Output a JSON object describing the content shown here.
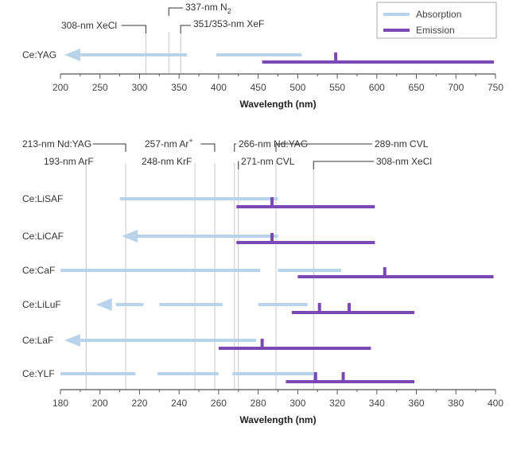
{
  "colors": {
    "absorption": "#b9d4ea",
    "emission": "#7a49b3",
    "axis": "#555555",
    "guide": "#c8c8c8",
    "leader": "#333333"
  },
  "legend": [
    {
      "key": "absorption",
      "label": "Absorption"
    },
    {
      "key": "emission",
      "label": "Emission"
    }
  ],
  "chart_data": [
    {
      "type": "range",
      "xlabel": "Wavelength (nm)",
      "xlim": [
        200,
        750
      ],
      "xticks": [
        200,
        250,
        300,
        350,
        400,
        450,
        500,
        550,
        600,
        650,
        700,
        750
      ],
      "rows": [
        {
          "label": "Ce:YAG",
          "absorption": [
            {
              "from": 205,
              "to": 360,
              "arrow": true
            },
            {
              "from": 397,
              "to": 505
            }
          ],
          "emission": {
            "from": 455,
            "to": 748
          },
          "peaks": [
            548
          ]
        }
      ],
      "lasers": [
        {
          "label": "308-nm XeCl",
          "wavelength": 308
        },
        {
          "label": "337-nm N",
          "sub": "2",
          "wavelength": 337
        },
        {
          "label": "351/353-nm XeF",
          "wavelength": 352
        }
      ]
    },
    {
      "type": "range",
      "xlabel": "Wavelength (nm)",
      "xlim": [
        180,
        400
      ],
      "xticks": [
        180,
        200,
        220,
        240,
        260,
        280,
        300,
        320,
        340,
        360,
        380,
        400
      ],
      "rows": [
        {
          "label": "Ce:LiSAF",
          "absorption": [
            {
              "from": 210,
              "to": 290
            }
          ],
          "emission": {
            "from": 269,
            "to": 339
          },
          "peaks": [
            287
          ]
        },
        {
          "label": "Ce:LiCAF",
          "absorption": [
            {
              "from": 211,
              "to": 290,
              "arrow": true
            }
          ],
          "emission": {
            "from": 269,
            "to": 339
          },
          "peaks": [
            287
          ]
        },
        {
          "label": "Ce:CaF",
          "absorption": [
            {
              "from": 180,
              "to": 281
            },
            {
              "from": 290,
              "to": 322
            }
          ],
          "emission": {
            "from": 300,
            "to": 399
          },
          "peaks": [
            344
          ]
        },
        {
          "label": "Ce:LiLuF",
          "absorption": [
            {
              "from": 198,
              "to": 201,
              "arrow": true
            },
            {
              "from": 208,
              "to": 222
            },
            {
              "from": 230,
              "to": 262
            },
            {
              "from": 280,
              "to": 305
            }
          ],
          "emission": {
            "from": 297,
            "to": 359
          },
          "peaks": [
            311,
            326
          ]
        },
        {
          "label": "Ce:LaF",
          "absorption": [
            {
              "from": 182,
              "to": 279,
              "arrow": true
            }
          ],
          "emission": {
            "from": 260,
            "to": 337
          },
          "peaks": [
            282
          ]
        },
        {
          "label": "Ce:YLF",
          "absorption": [
            {
              "from": 180,
              "to": 218
            },
            {
              "from": 229,
              "to": 260
            },
            {
              "from": 267,
              "to": 308
            }
          ],
          "emission": {
            "from": 294,
            "to": 359
          },
          "peaks": [
            309,
            323
          ]
        }
      ],
      "lasers": [
        {
          "label": "213-nm Nd:YAG",
          "wavelength": 213
        },
        {
          "label": "193-nm ArF",
          "wavelength": 193
        },
        {
          "label": "257-nm Ar",
          "sup": "+",
          "wavelength": 258
        },
        {
          "label": "248-nm KrF",
          "wavelength": 248
        },
        {
          "label": "266-nm Nd:YAG",
          "wavelength": 268
        },
        {
          "label": "271-nm CVL",
          "wavelength": 270
        },
        {
          "label": "289-nm CVL",
          "wavelength": 289
        },
        {
          "label": "308-nm XeCl",
          "wavelength": 308
        }
      ]
    }
  ]
}
